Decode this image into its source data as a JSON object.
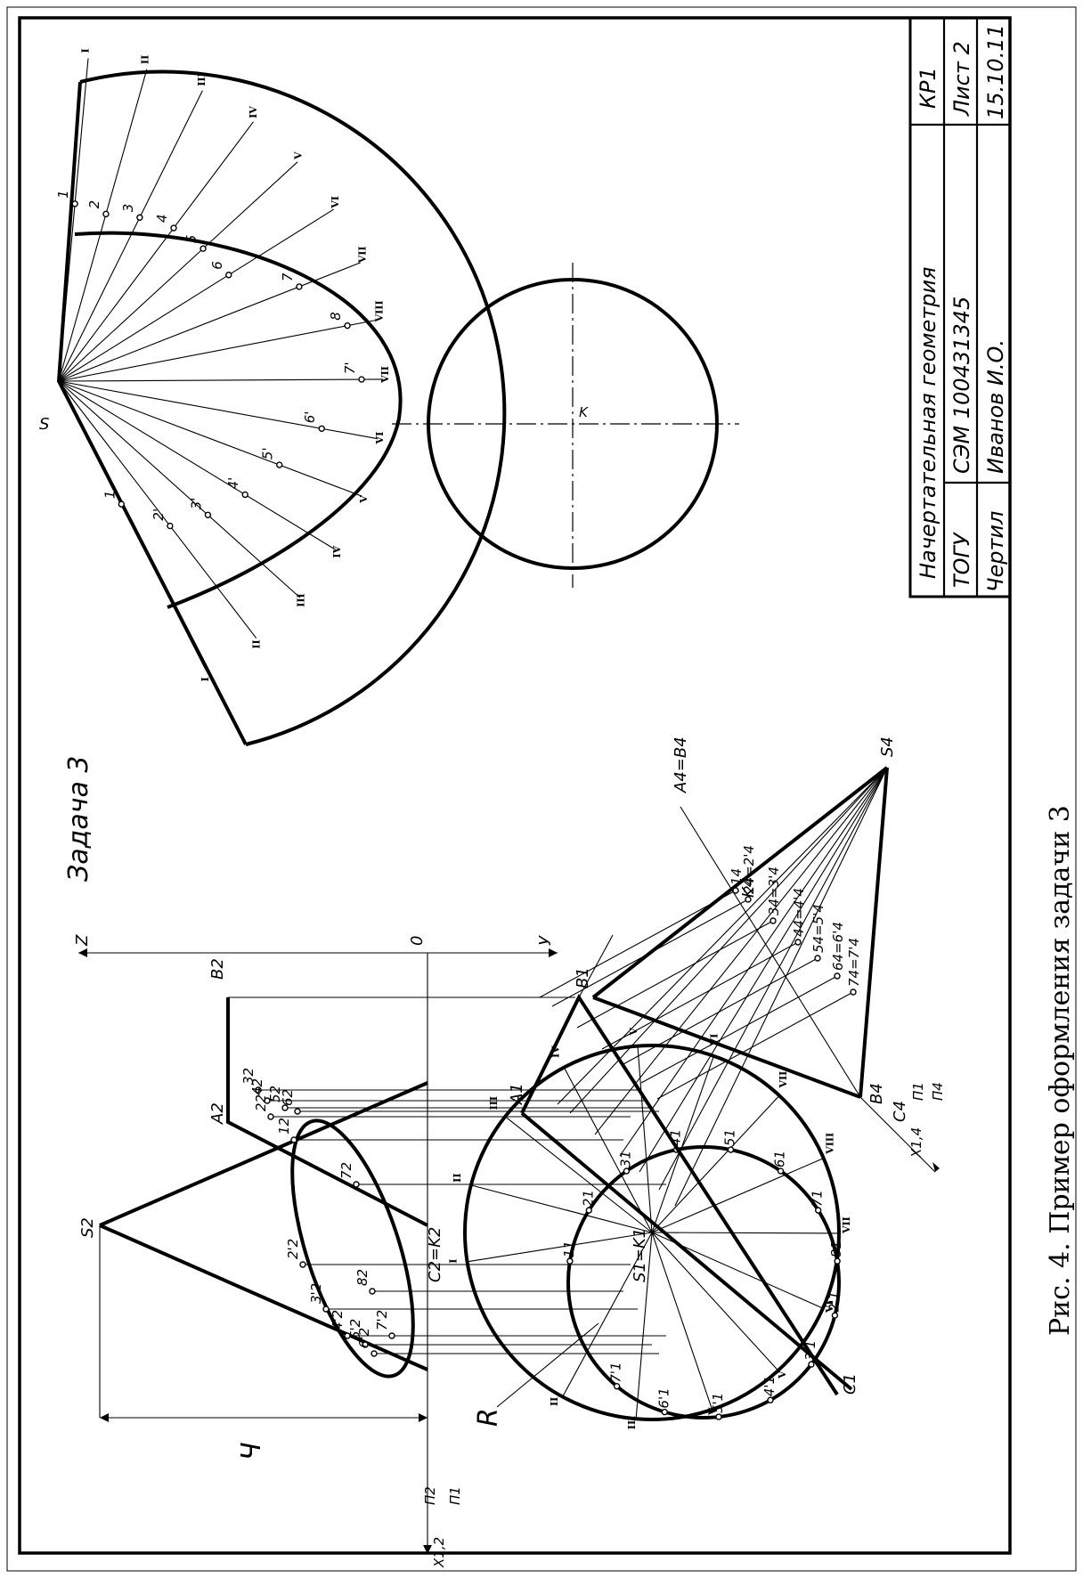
{
  "task_title": "Задача 3",
  "caption": "Рис. 4.    Пример оформления задачи 3",
  "title_block": {
    "subject": "Начертательная геометрия",
    "org": "ТОГУ",
    "group": "СЭМ 100431345",
    "drawn_label": "Чертил",
    "author": "Иванов И.О.",
    "code": "КР1",
    "sheet": "Лист 2",
    "date": "15.10.11"
  },
  "dimension_label": "Ч",
  "plane_label": "R",
  "axis_labels": {
    "z": "Z",
    "y": "У",
    "origin": "0",
    "x12": "X1,2",
    "p2": "П2",
    "p1": "П1",
    "x14": "X1,4",
    "p1b": "П1",
    "p4": "П4"
  },
  "point_labels": {
    "S2": "S2",
    "B2": "B2",
    "A2": "A2",
    "C2K2": "C2=K2",
    "S1K1": "S1=K1",
    "A1": "A1",
    "B1": "B1",
    "C1": "C1",
    "S4": "S4",
    "A4B4": "A4=B4",
    "K4": "K4",
    "C4": "C4",
    "B4": "B4",
    "S": "S",
    "K": "K"
  },
  "proj_labels_v": [
    "12",
    "22",
    "32",
    "42",
    "52",
    "62",
    "72",
    "82",
    "2'2",
    "3'2",
    "4'2",
    "5'2",
    "6'2",
    "7'2"
  ],
  "proj_labels_h": [
    "11",
    "21",
    "31",
    "41",
    "51",
    "61",
    "71",
    "81",
    "2'1",
    "3'1",
    "4'1",
    "5'1",
    "6'1",
    "7'1"
  ],
  "proj_labels_4": [
    "14",
    "24=2'4",
    "34=3'4",
    "44=4'4",
    "54=5'4",
    "64=6'4",
    "74=7'4"
  ],
  "dev_inner_labels": [
    "1",
    "2",
    "3",
    "4",
    "5",
    "6",
    "7",
    "8",
    "7'",
    "6'",
    "5'",
    "4'",
    "3'",
    "2'",
    "1"
  ],
  "dev_roman": [
    "I",
    "II",
    "III",
    "IV",
    "V",
    "VI",
    "VII",
    "VIII",
    "VII",
    "VI",
    "V",
    "IV",
    "III",
    "II",
    "I"
  ],
  "base_roman": [
    "I",
    "II",
    "III",
    "IV",
    "V",
    "VI",
    "VII",
    "VIII",
    "VII",
    "VI",
    "V",
    "IV",
    "III",
    "II"
  ]
}
